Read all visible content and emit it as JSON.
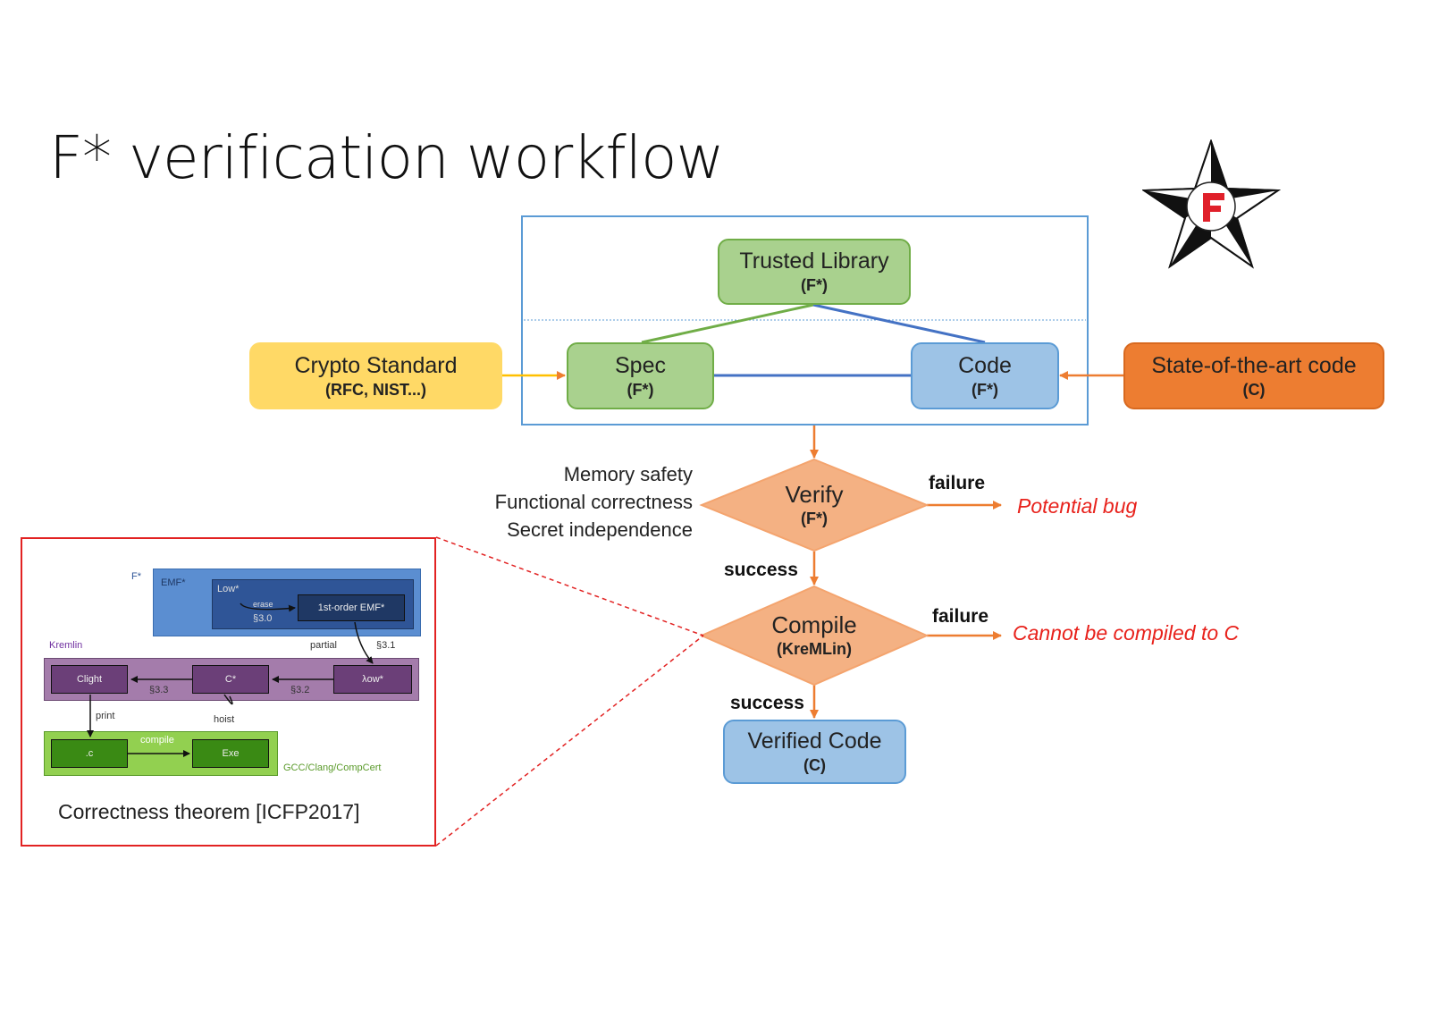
{
  "title": "F* verification workflow",
  "nodes": {
    "trusted_library": {
      "line1": "Trusted Library",
      "line2": "(F*)"
    },
    "spec": {
      "line1": "Spec",
      "line2": "(F*)"
    },
    "code": {
      "line1": "Code",
      "line2": "(F*)"
    },
    "crypto_standard": {
      "line1": "Crypto Standard",
      "line2": "(RFC, NIST...)"
    },
    "state_of_art": {
      "line1": "State-of-the-art code",
      "line2": "(C)"
    },
    "verify": {
      "line1": "Verify",
      "line2": "(F*)"
    },
    "compile": {
      "line1": "Compile",
      "line2": "(KreMLin)"
    },
    "verified_code": {
      "line1": "Verified Code",
      "line2": "(C)"
    }
  },
  "verify_properties": [
    "Memory safety",
    "Functional correctness",
    "Secret independence"
  ],
  "edges": {
    "verify_failure": "failure",
    "verify_success": "success",
    "compile_failure": "failure",
    "compile_success": "success"
  },
  "outcomes": {
    "verify_failure": "Potential bug",
    "compile_failure": "Cannot be compiled to C"
  },
  "inset": {
    "caption": "Correctness theorem  [ICFP2017]",
    "labels": {
      "fstar": "F*",
      "emf": "EMF*",
      "low": "Low*",
      "erase": "erase",
      "sec30": "§3.0",
      "first_order": "1st-order EMF*",
      "kremlin": "Kremlin",
      "partial": "partial",
      "sec31": "§3.1",
      "clight": "Clight",
      "cstar": "C*",
      "lambda_ow": "λow*",
      "sec33": "§3.3",
      "sec32": "§3.2",
      "print": "print",
      "hoist": "hoist",
      "dotc": ".c",
      "compile": "compile",
      "exe": "Exe",
      "gcc": "GCC/Clang/CompCert"
    }
  },
  "colors": {
    "green_fill": "#a9d18e",
    "blue_fill": "#9dc3e6",
    "yellow_fill": "#ffd966",
    "orange_fill": "#ed7d31",
    "diamond_fill": "#f4b183",
    "arrow_orange": "#ed7d31",
    "failure_red": "#e8221c"
  }
}
